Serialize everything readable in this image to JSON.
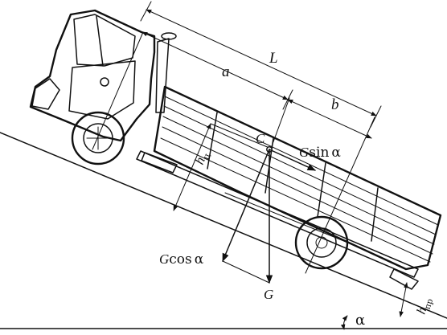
{
  "labels": {
    "wheelbase": "L",
    "front_distance": "a",
    "rear_distance": "b",
    "cg_point": "C",
    "cg_height_main": "h",
    "cg_height_sub": "ц",
    "weight": "G",
    "parallel_component_prefix": "G",
    "parallel_component_func": "sin",
    "normal_component_prefix": "G",
    "normal_component_func": "cos",
    "angle_symbol": "α",
    "hitch_height_main": "h",
    "hitch_height_sub": "пр",
    "slope_angle": "α"
  }
}
